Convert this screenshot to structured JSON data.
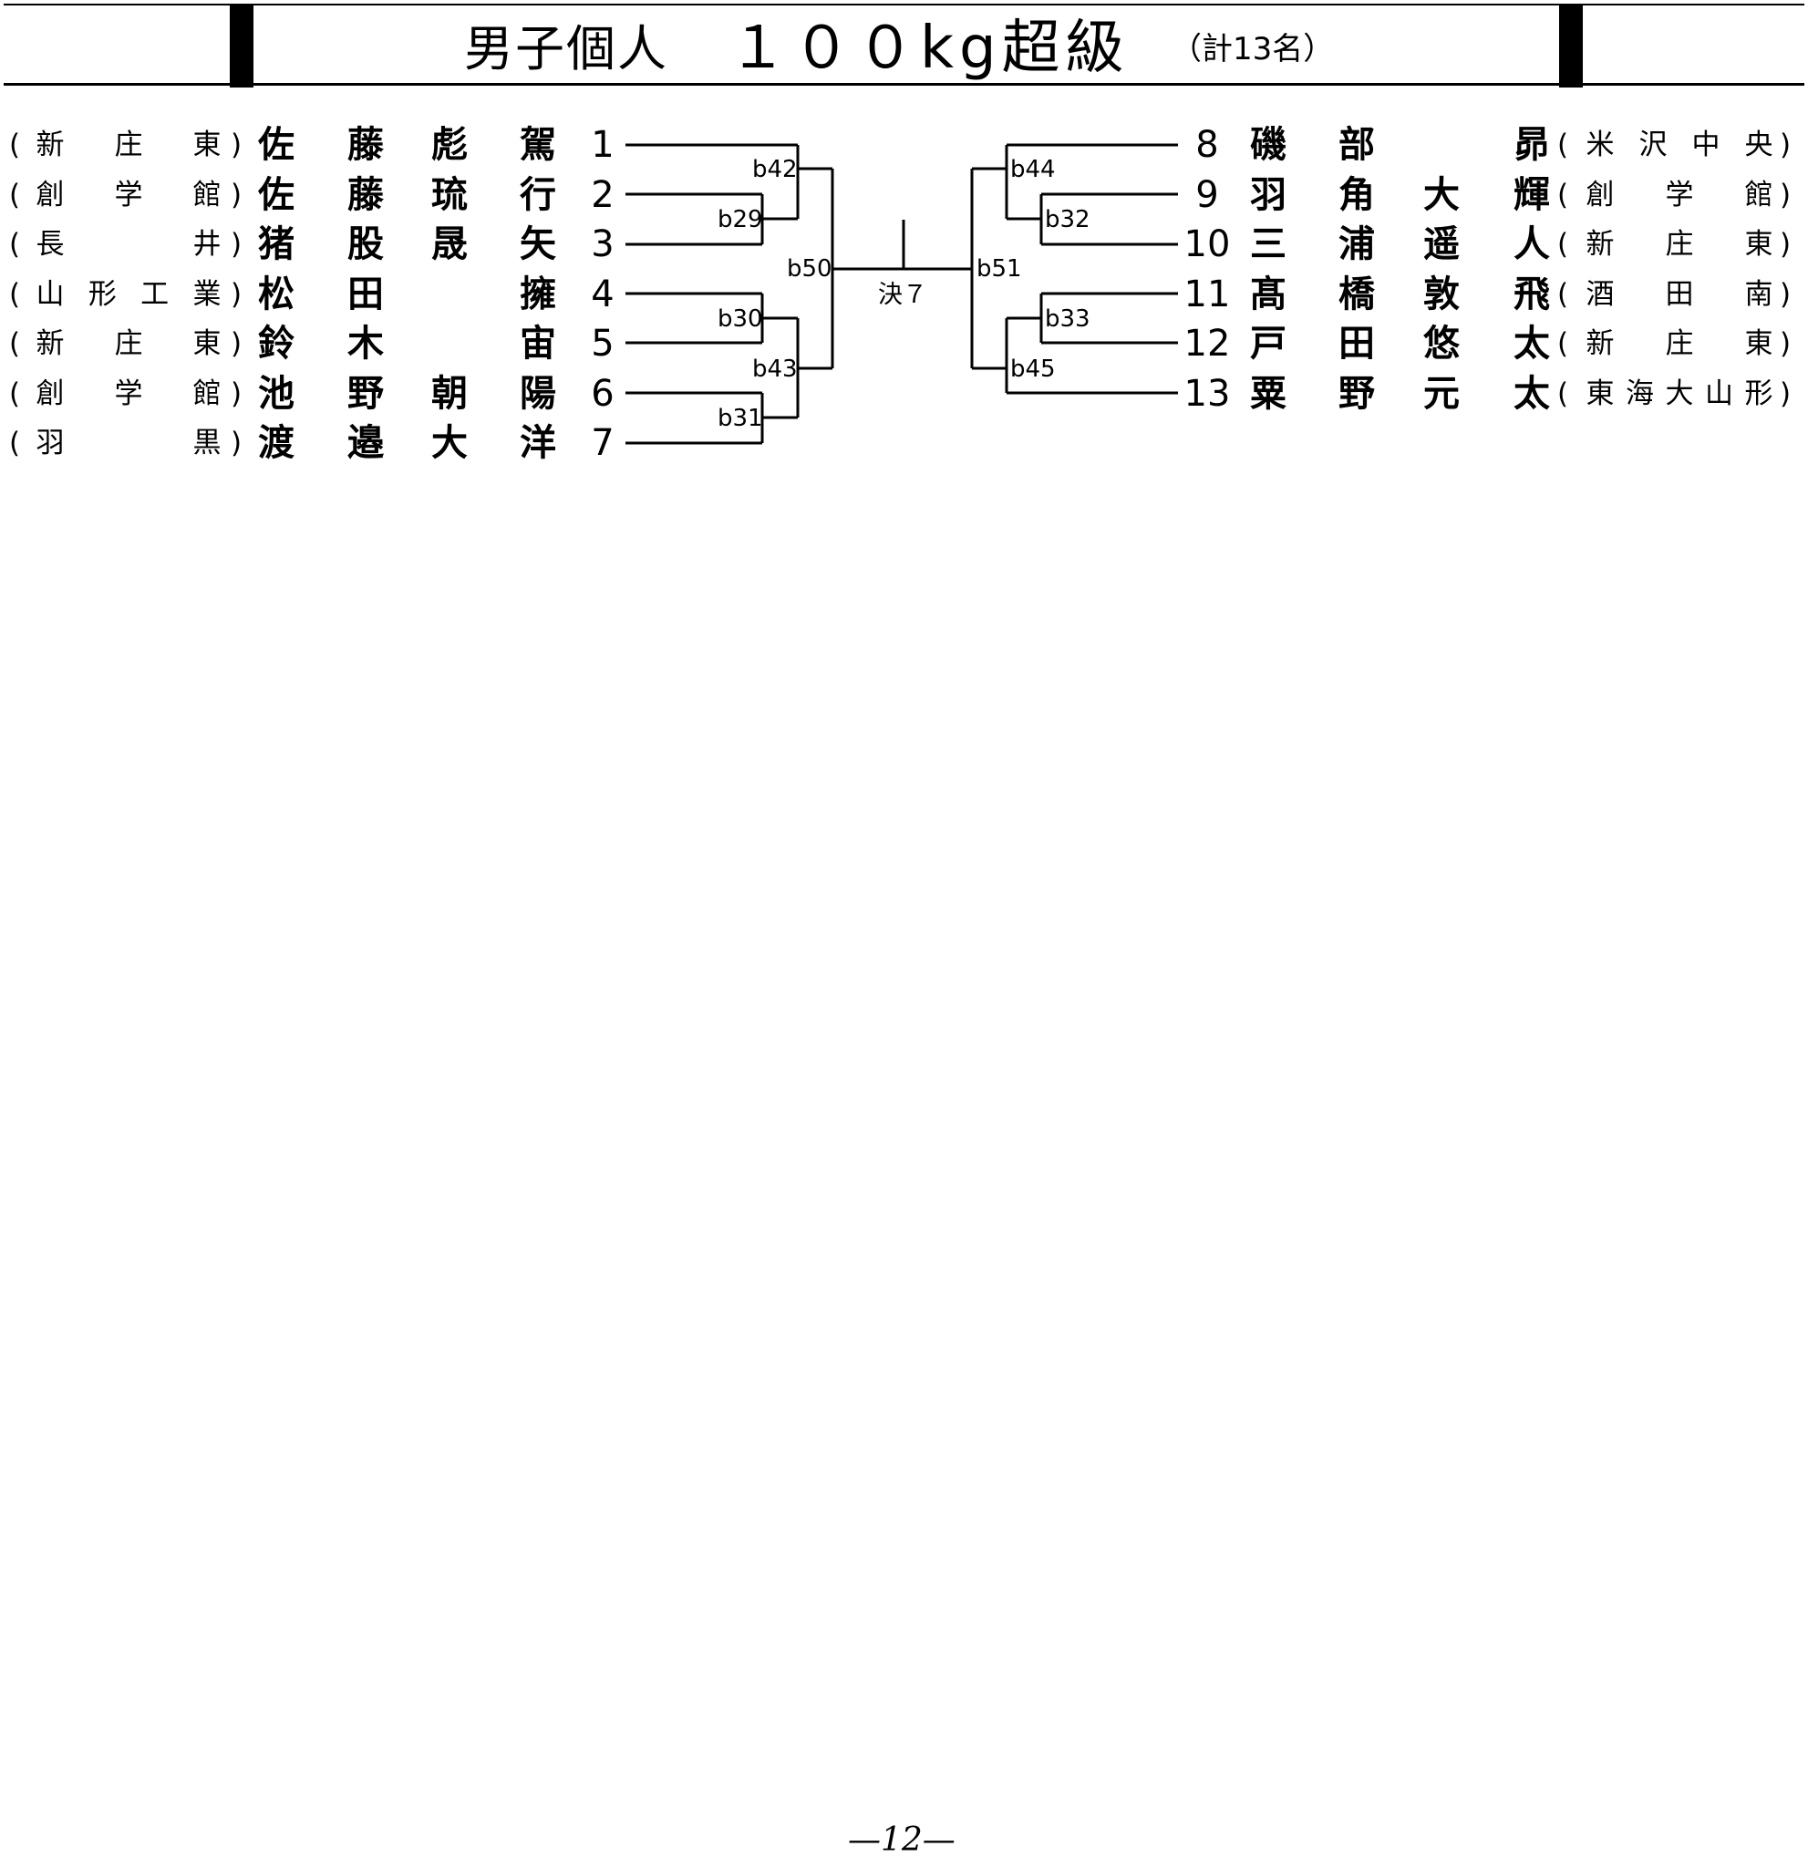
{
  "title": {
    "category": "男子個人",
    "weight_class": "１００kg超級",
    "count": "（計13名）"
  },
  "left_entries": [
    {
      "number": "1",
      "school": [
        "新",
        "庄",
        "東"
      ],
      "name": [
        "佐",
        "藤",
        "彪",
        "駕"
      ]
    },
    {
      "number": "2",
      "school": [
        "創",
        "学",
        "館"
      ],
      "name": [
        "佐",
        "藤",
        "琉",
        "行"
      ]
    },
    {
      "number": "3",
      "school": [
        "長",
        "",
        "井"
      ],
      "name": [
        "猪",
        "股",
        "晟",
        "矢"
      ]
    },
    {
      "number": "4",
      "school": [
        "山",
        "形",
        "工",
        "業"
      ],
      "name": [
        "松",
        "田",
        "",
        "擁"
      ]
    },
    {
      "number": "5",
      "school": [
        "新",
        "庄",
        "東"
      ],
      "name": [
        "鈴",
        "木",
        "",
        "宙"
      ]
    },
    {
      "number": "6",
      "school": [
        "創",
        "学",
        "館"
      ],
      "name": [
        "池",
        "野",
        "朝",
        "陽"
      ]
    },
    {
      "number": "7",
      "school": [
        "羽",
        "",
        "黒"
      ],
      "name": [
        "渡",
        "邉",
        "大",
        "洋"
      ]
    }
  ],
  "right_entries": [
    {
      "number": "8",
      "school": [
        "米",
        "沢",
        "中",
        "央"
      ],
      "name": [
        "磯",
        "部",
        "",
        "昴"
      ]
    },
    {
      "number": "9",
      "school": [
        "創",
        "学",
        "館"
      ],
      "name": [
        "羽",
        "角",
        "大",
        "輝"
      ]
    },
    {
      "number": "10",
      "school": [
        "新",
        "庄",
        "東"
      ],
      "name": [
        "三",
        "浦",
        "遥",
        "人"
      ]
    },
    {
      "number": "11",
      "school": [
        "酒",
        "田",
        "南"
      ],
      "name": [
        "髙",
        "橋",
        "敦",
        "飛"
      ]
    },
    {
      "number": "12",
      "school": [
        "新",
        "庄",
        "東"
      ],
      "name": [
        "戸",
        "田",
        "悠",
        "太"
      ]
    },
    {
      "number": "13",
      "school": [
        "東",
        "海",
        "大",
        "山",
        "形"
      ],
      "name": [
        "粟",
        "野",
        "元",
        "太"
      ]
    }
  ],
  "bouts": {
    "b29": "b29",
    "b30": "b30",
    "b31": "b31",
    "b42": "b42",
    "b43": "b43",
    "b50": "b50",
    "b32": "b32",
    "b33": "b33",
    "b44": "b44",
    "b45": "b45",
    "b51": "b51",
    "final": "決７"
  },
  "page_number": "—12—"
}
